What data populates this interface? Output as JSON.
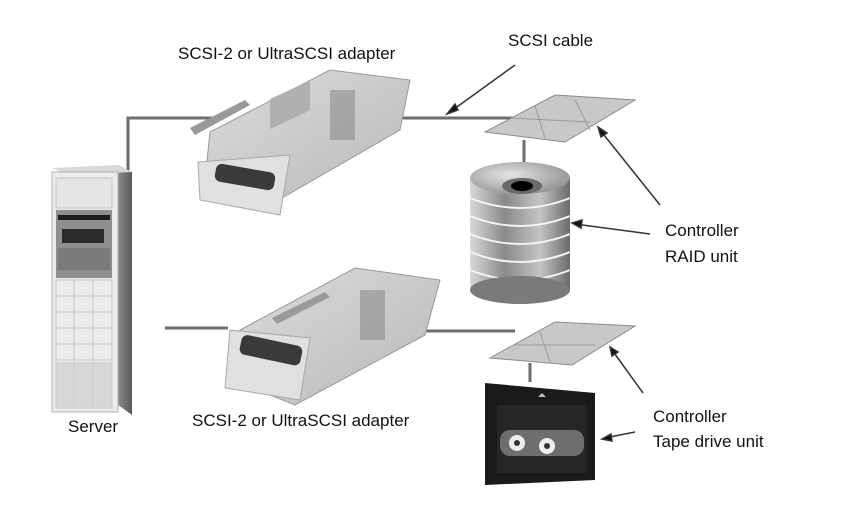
{
  "diagram": {
    "labels": {
      "adapter_top": "SCSI-2 or UltraSCSI adapter",
      "cable": "SCSI cable",
      "raid_controller": "Controller",
      "raid_unit": "RAID unit",
      "server": "Server",
      "adapter_bottom": "SCSI-2 or UltraSCSI adapter",
      "tape_controller": "Controller",
      "tape_unit": "Tape drive unit"
    },
    "components": [
      {
        "id": "server",
        "label": "Server"
      },
      {
        "id": "adapter-top",
        "label": "SCSI-2 or UltraSCSI adapter"
      },
      {
        "id": "adapter-bottom",
        "label": "SCSI-2 or UltraSCSI adapter"
      },
      {
        "id": "raid-controller",
        "label": "Controller"
      },
      {
        "id": "raid-unit",
        "label": "RAID unit"
      },
      {
        "id": "tape-controller",
        "label": "Controller"
      },
      {
        "id": "tape-unit",
        "label": "Tape drive unit"
      }
    ],
    "connections": [
      {
        "from": "server",
        "to": "adapter-top",
        "via": "SCSI cable"
      },
      {
        "from": "adapter-top",
        "to": "raid-controller",
        "via": "SCSI cable"
      },
      {
        "from": "raid-controller",
        "to": "raid-unit"
      },
      {
        "from": "server",
        "to": "adapter-bottom",
        "via": "SCSI cable"
      },
      {
        "from": "adapter-bottom",
        "to": "tape-controller",
        "via": "SCSI cable"
      },
      {
        "from": "tape-controller",
        "to": "tape-unit"
      }
    ]
  }
}
